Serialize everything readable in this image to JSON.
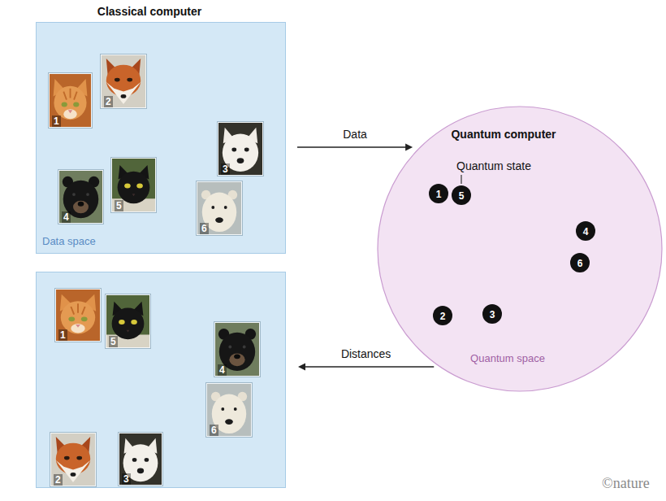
{
  "diagram": {
    "nodes": [
      {
        "text": [
          "Classical computer",
          "Data space"
        ]
      },
      {
        "text": [
          "1"
        ],
        "in": 0
      },
      {
        "text": [
          "2"
        ],
        "in": 0
      },
      {
        "text": [
          "3"
        ],
        "in": 0
      },
      {
        "text": [
          "4"
        ],
        "in": 0
      },
      {
        "text": [
          "5"
        ],
        "in": 0
      },
      {
        "text": [
          "6"
        ],
        "in": 0
      },
      {
        "text": [
          "Quantum computer",
          "Quantum space"
        ]
      },
      {
        "text": [
          "1"
        ],
        "in": 7
      },
      {
        "text": [
          "2"
        ],
        "in": 7
      },
      {
        "text": [
          "3"
        ],
        "in": 7
      },
      {
        "text": [
          "4"
        ],
        "in": 7
      },
      {
        "text": [
          "5"
        ],
        "in": 7
      },
      {
        "text": [
          "6"
        ],
        "in": 7
      },
      {
        "text": []
      },
      {
        "text": [
          "1"
        ],
        "in": 14
      },
      {
        "text": [
          "2"
        ],
        "in": 14
      },
      {
        "text": [
          "3"
        ],
        "in": 14
      },
      {
        "text": [
          "4"
        ],
        "in": 14
      },
      {
        "text": [
          "5"
        ],
        "in": 14
      },
      {
        "text": [
          "6"
        ],
        "in": 14
      }
    ],
    "edges": [
      {
        "from": 0,
        "to": 7,
        "label": "Data",
        "arrow": "to"
      },
      {
        "from": 7,
        "to": 14,
        "label": "Distances",
        "arrow": "to"
      }
    ],
    "labels": [
      "Quantum state",
      "©nature"
    ]
  }
}
